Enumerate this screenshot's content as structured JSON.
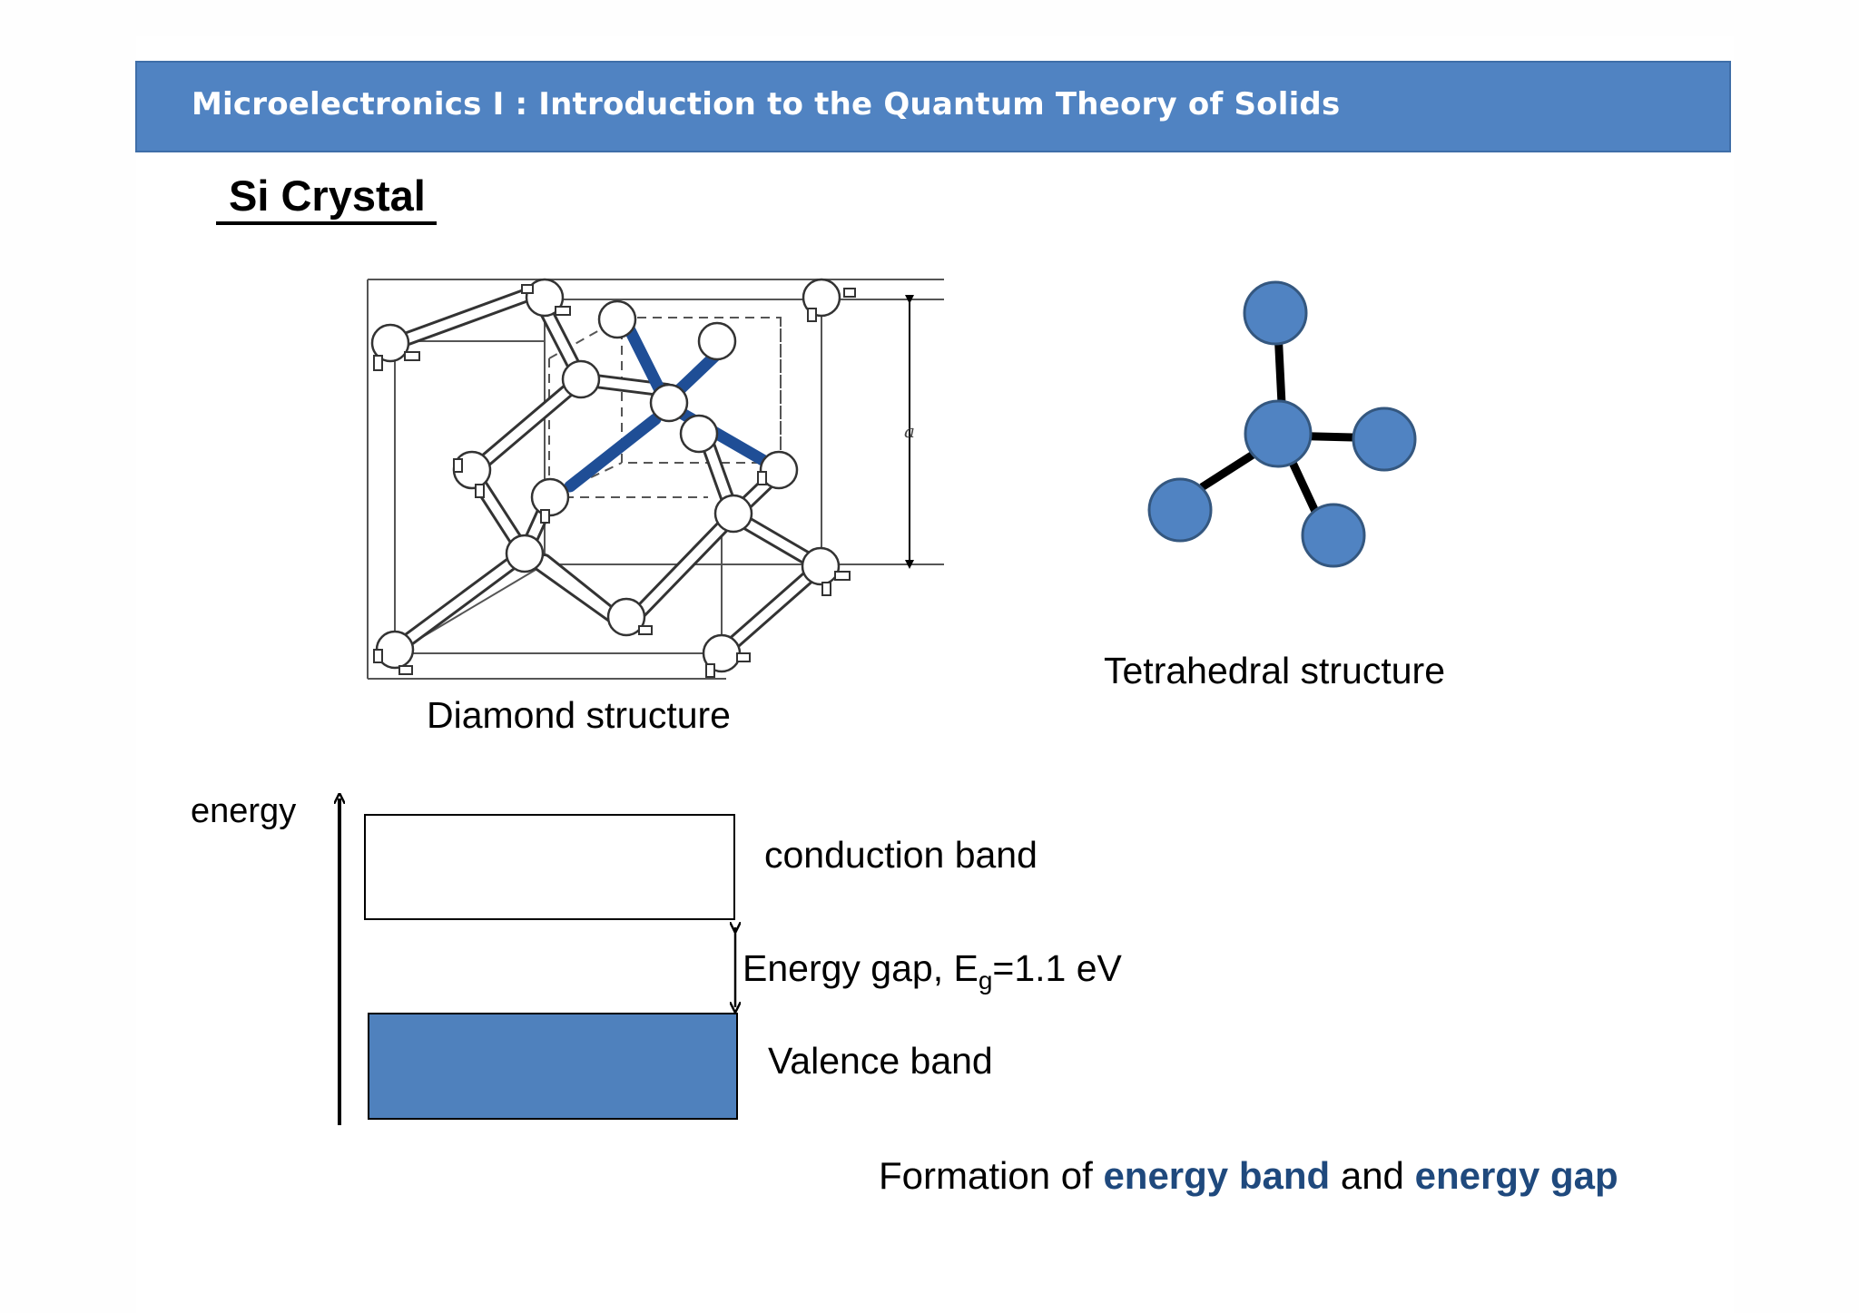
{
  "header": {
    "title": "Microelectronics I : Introduction to the Quantum Theory of Solids"
  },
  "section_title": "Si Crystal",
  "diamond": {
    "caption": "Diamond structure",
    "lattice_label": "a"
  },
  "tetrahedral": {
    "caption": "Tetrahedral structure"
  },
  "band_diagram": {
    "axis_label": "energy",
    "conduction_label": "conduction band",
    "gap_prefix": "Energy gap, E",
    "gap_sub": "g",
    "gap_value": "=1.1 eV",
    "valence_label": "Valence band"
  },
  "caption": {
    "part1": "Formation of ",
    "hl1": "energy band",
    "part2": " and ",
    "hl2": "energy gap"
  },
  "colors": {
    "header": "#5083c2",
    "atom_fill": "#5083c2",
    "valence_fill": "#4f81bd",
    "bond_highlight": "#1f4e96",
    "caption_highlight": "#1f497d"
  }
}
